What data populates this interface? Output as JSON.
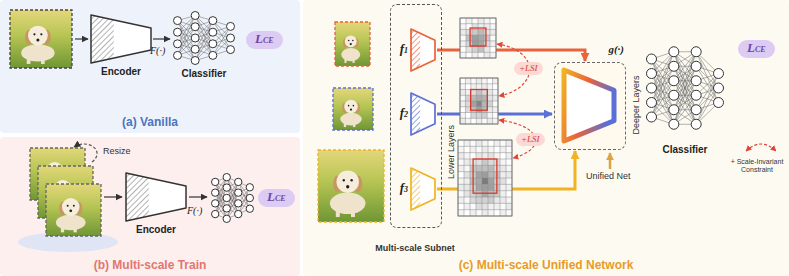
{
  "diagram": {
    "nodes": [
      {
        "text": [
          "(a) Vanilla"
        ]
      },
      {
        "text": [
          "Encoder"
        ],
        "in": 0
      },
      {
        "text": [
          "Classifier"
        ],
        "in": 0
      },
      {
        "text": [
          "LCE"
        ],
        "in": 0
      },
      {
        "text": [
          "(b) Multi-scale Train"
        ]
      },
      {
        "text": [
          "Encoder"
        ],
        "in": 4
      },
      {
        "text": [
          "LCE"
        ],
        "in": 4
      },
      {
        "text": [
          "(c) Multi-scale Unified Network"
        ]
      },
      {
        "text": [
          "Multi-scale Subnet"
        ],
        "in": 7
      },
      {
        "text": [
          "f1"
        ],
        "in": 8
      },
      {
        "text": [
          "f2"
        ],
        "in": 8
      },
      {
        "text": [
          "f3"
        ],
        "in": 8
      },
      {
        "text": [
          "g(·)"
        ],
        "in": 7
      },
      {
        "text": [
          "Classifier"
        ],
        "in": 7
      },
      {
        "text": [
          "LCE"
        ],
        "in": 7
      }
    ],
    "edges": [
      {
        "from": 1,
        "to": 2,
        "arrow": "to"
      },
      {
        "from": 9,
        "to": 12,
        "arrow": "to"
      },
      {
        "from": 10,
        "to": 12,
        "arrow": "to"
      },
      {
        "from": 11,
        "to": 12,
        "arrow": "to"
      }
    ],
    "labels": [
      "Resize",
      "F(·)",
      "F(·)",
      "Lower Layers",
      "+LSI",
      "+LSI",
      "Unified Net",
      "Deeper Layers"
    ],
    "legend": [
      {
        "text": "+ Scale-Invariant Constraint"
      }
    ]
  }
}
